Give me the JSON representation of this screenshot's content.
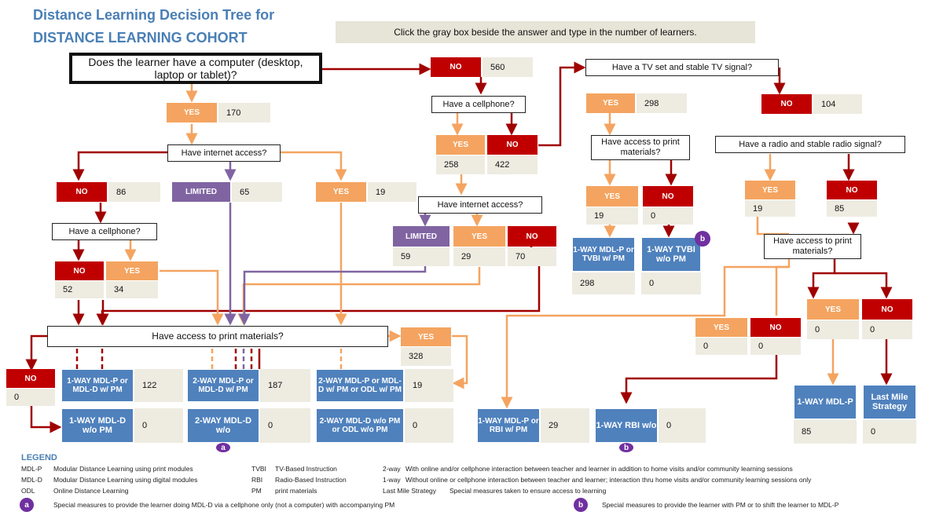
{
  "title_line1": "Distance Learning Decision Tree for",
  "title_line2": "DISTANCE LEARNING COHORT",
  "instruction": "Click the gray box beside the answer and type in the number of learners.",
  "q_computer": "Does the learner have a computer (desktop, laptop or tablet)?",
  "q_internet_top": "Have internet access?",
  "q_cellphone_left": "Have a cellphone?",
  "q_print_main": "Have access to print materials?",
  "q_cellphone_mid": "Have a cellphone?",
  "q_internet_mid": "Have internet access?",
  "q_tv": "Have a TV set and stable TV signal?",
  "q_print_tv": "Have access to print materials?",
  "q_radio": "Have a radio and stable radio signal?",
  "q_print_radio": "Have access to print materials?",
  "labels": {
    "yes": "YES",
    "no": "NO",
    "limited": "LIMITED"
  },
  "values": {
    "computer_no": "560",
    "computer_yes": "170",
    "inet_no": "86",
    "inet_limited": "65",
    "inet_yes": "19",
    "cell_left_no": "52",
    "cell_left_yes": "34",
    "cell_mid_yes": "258",
    "cell_mid_no": "422",
    "inet_mid_limited": "59",
    "inet_mid_yes": "29",
    "inet_mid_no": "70",
    "print_main_yes": "328",
    "print_main_no": "0",
    "tv_yes": "298",
    "tv_no": "104",
    "print_tv_yes": "19",
    "print_tv_no": "0",
    "radio_yes": "19",
    "radio_no": "85",
    "print_radio_yes": "0",
    "print_radio_no": "0",
    "sig_yes": "0",
    "sig_no": "0"
  },
  "modalities": {
    "m1_label": "1-WAY MDL-P or MDL-D w/ PM",
    "m1_value": "122",
    "m2_label": "1-WAY MDL-D w/o PM",
    "m2_value": "0",
    "m3_label": "2-WAY MDL-P or MDL-D w/ PM",
    "m3_value": "187",
    "m4_label": "2-WAY MDL-D w/o",
    "m4_value": "0",
    "m5_label": "2-WAY MDL-P or MDL-D w/ PM or ODL w/ PM",
    "m5_value": "19",
    "m6_label": "2-WAY MDL-D w/o PM or ODL w/o PM",
    "m6_value": "0",
    "m7_label": "1-WAY MDL-P or TVBI w/ PM",
    "m7_value": "298",
    "m8_label": "1-WAY TVBI w/o PM",
    "m8_value": "0",
    "m9_label": "1-WAY MDL-P or RBI w/ PM",
    "m9_value": "29",
    "m10_label": "1-WAY RBI w/o",
    "m10_value": "0",
    "m11_label": "1-WAY MDL-P",
    "m11_value": "85",
    "m12_label": "Last Mile Strategy",
    "m12_value": "0"
  },
  "badge_a": "a",
  "badge_b": "b",
  "legend": {
    "title": "LEGEND",
    "mdlp_abbr": "MDL-P",
    "mdlp_text": "Modular Distance Learning using print modules",
    "mdld_abbr": "MDL-D",
    "mdld_text": "Modular Distance Learning using digital modules",
    "odl_abbr": "ODL",
    "odl_text": "Online Distance Learning",
    "tvbi_abbr": "TVBI",
    "tvbi_text": "TV-Based Instruction",
    "rbi_abbr": "RBI",
    "rbi_text": "Radio-Based Instruction",
    "pm_abbr": "PM",
    "pm_text": "print materials",
    "twoway_abbr": "2-way",
    "twoway_text": "With online and/or cellphone interaction between teacher and learner in addition to home visits and/or community learning sessions",
    "oneway_abbr": "1-way",
    "oneway_text": "Without online or cellphone interaction between teacher and learner; interaction thru home visits and/or community learning sessions only",
    "lms_abbr": "Last Mile Strategy",
    "lms_text": "Special measures taken to ensure access to learning",
    "note_a": "Special measures to provide the learner doing MDL-D via a cellphone only (not a computer) with accompanying PM",
    "note_b": "Special measures to provide the learner with PM or to shift the learner to MDL-P"
  },
  "colors": {
    "no": "#c00000",
    "yes": "#f4a460",
    "limited": "#8064a2",
    "modality": "#4f81bd",
    "value_box": "#eeece1",
    "title": "#4a7fb5"
  }
}
